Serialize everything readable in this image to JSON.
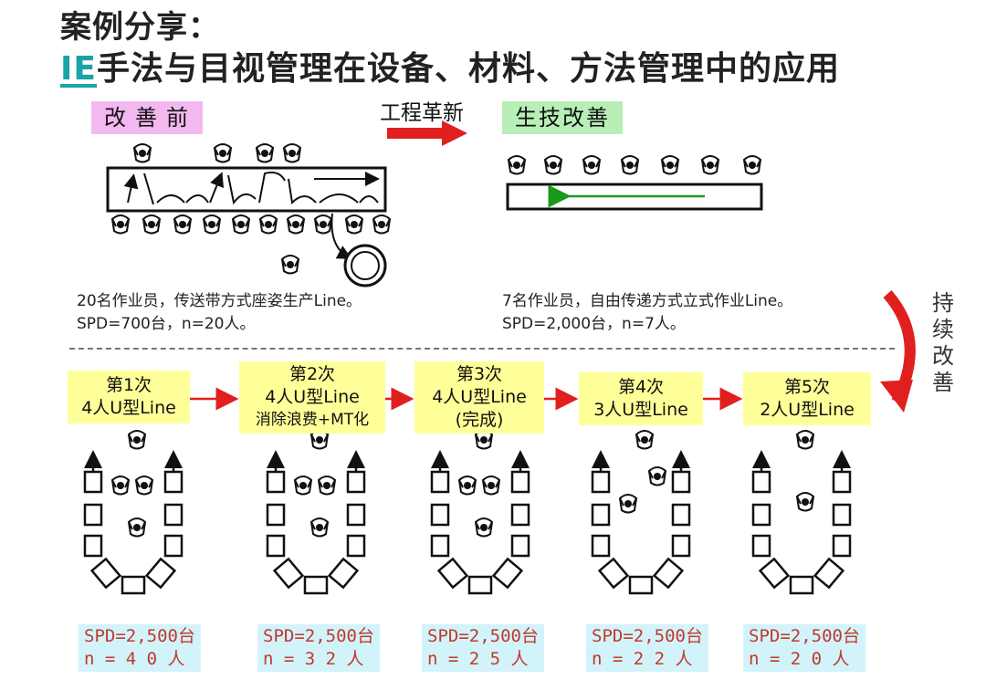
{
  "title": {
    "line1": "案例分享：",
    "line2_prefix": "IE",
    "line2_rest": "手法与目视管理在设备、材料、方法管理中的应用"
  },
  "before": {
    "label": "改善前",
    "desc_line1": "20名作业员，传送带方式座姿生产Line。",
    "desc_line2": "SPD=700台，n=20人。"
  },
  "arrow_label": "工程革新",
  "after": {
    "label": "生技改善",
    "desc_line1": "7名作业员，自由传递方式立式作业Line。",
    "desc_line2": "SPD=2,000台，n=7人。"
  },
  "continuous": [
    "持",
    "续",
    "改",
    "善"
  ],
  "steps": [
    {
      "lines": [
        "第1次",
        "4人U型Line"
      ],
      "spd": "SPD=2,500台",
      "n": "n = 4 0 人"
    },
    {
      "lines": [
        "第2次",
        "4人U型Line",
        "消除浪费+MT化"
      ],
      "spd": "SPD=2,500台",
      "n": "n = 3 2 人"
    },
    {
      "lines": [
        "第3次",
        "4人U型Line",
        "(完成)"
      ],
      "spd": "SPD=2,500台",
      "n": "n = 2 5 人"
    },
    {
      "lines": [
        "第4次",
        "3人U型Line"
      ],
      "spd": "SPD=2,500台",
      "n": "n = 2 2 人"
    },
    {
      "lines": [
        "第5次",
        "2人U型Line"
      ],
      "spd": "SPD=2,500台",
      "n": "n = 2 0 人"
    }
  ],
  "colors": {
    "before_tag": "#f2b8ef",
    "after_tag": "#b7efb7",
    "step_box": "#ffff99",
    "stat_box": "#d3f3fb",
    "stat_text": "#c0392b",
    "red_arrow": "#e0201f",
    "green_arrow": "#1a9a1a",
    "ie_accent": "#1aa3a8"
  }
}
